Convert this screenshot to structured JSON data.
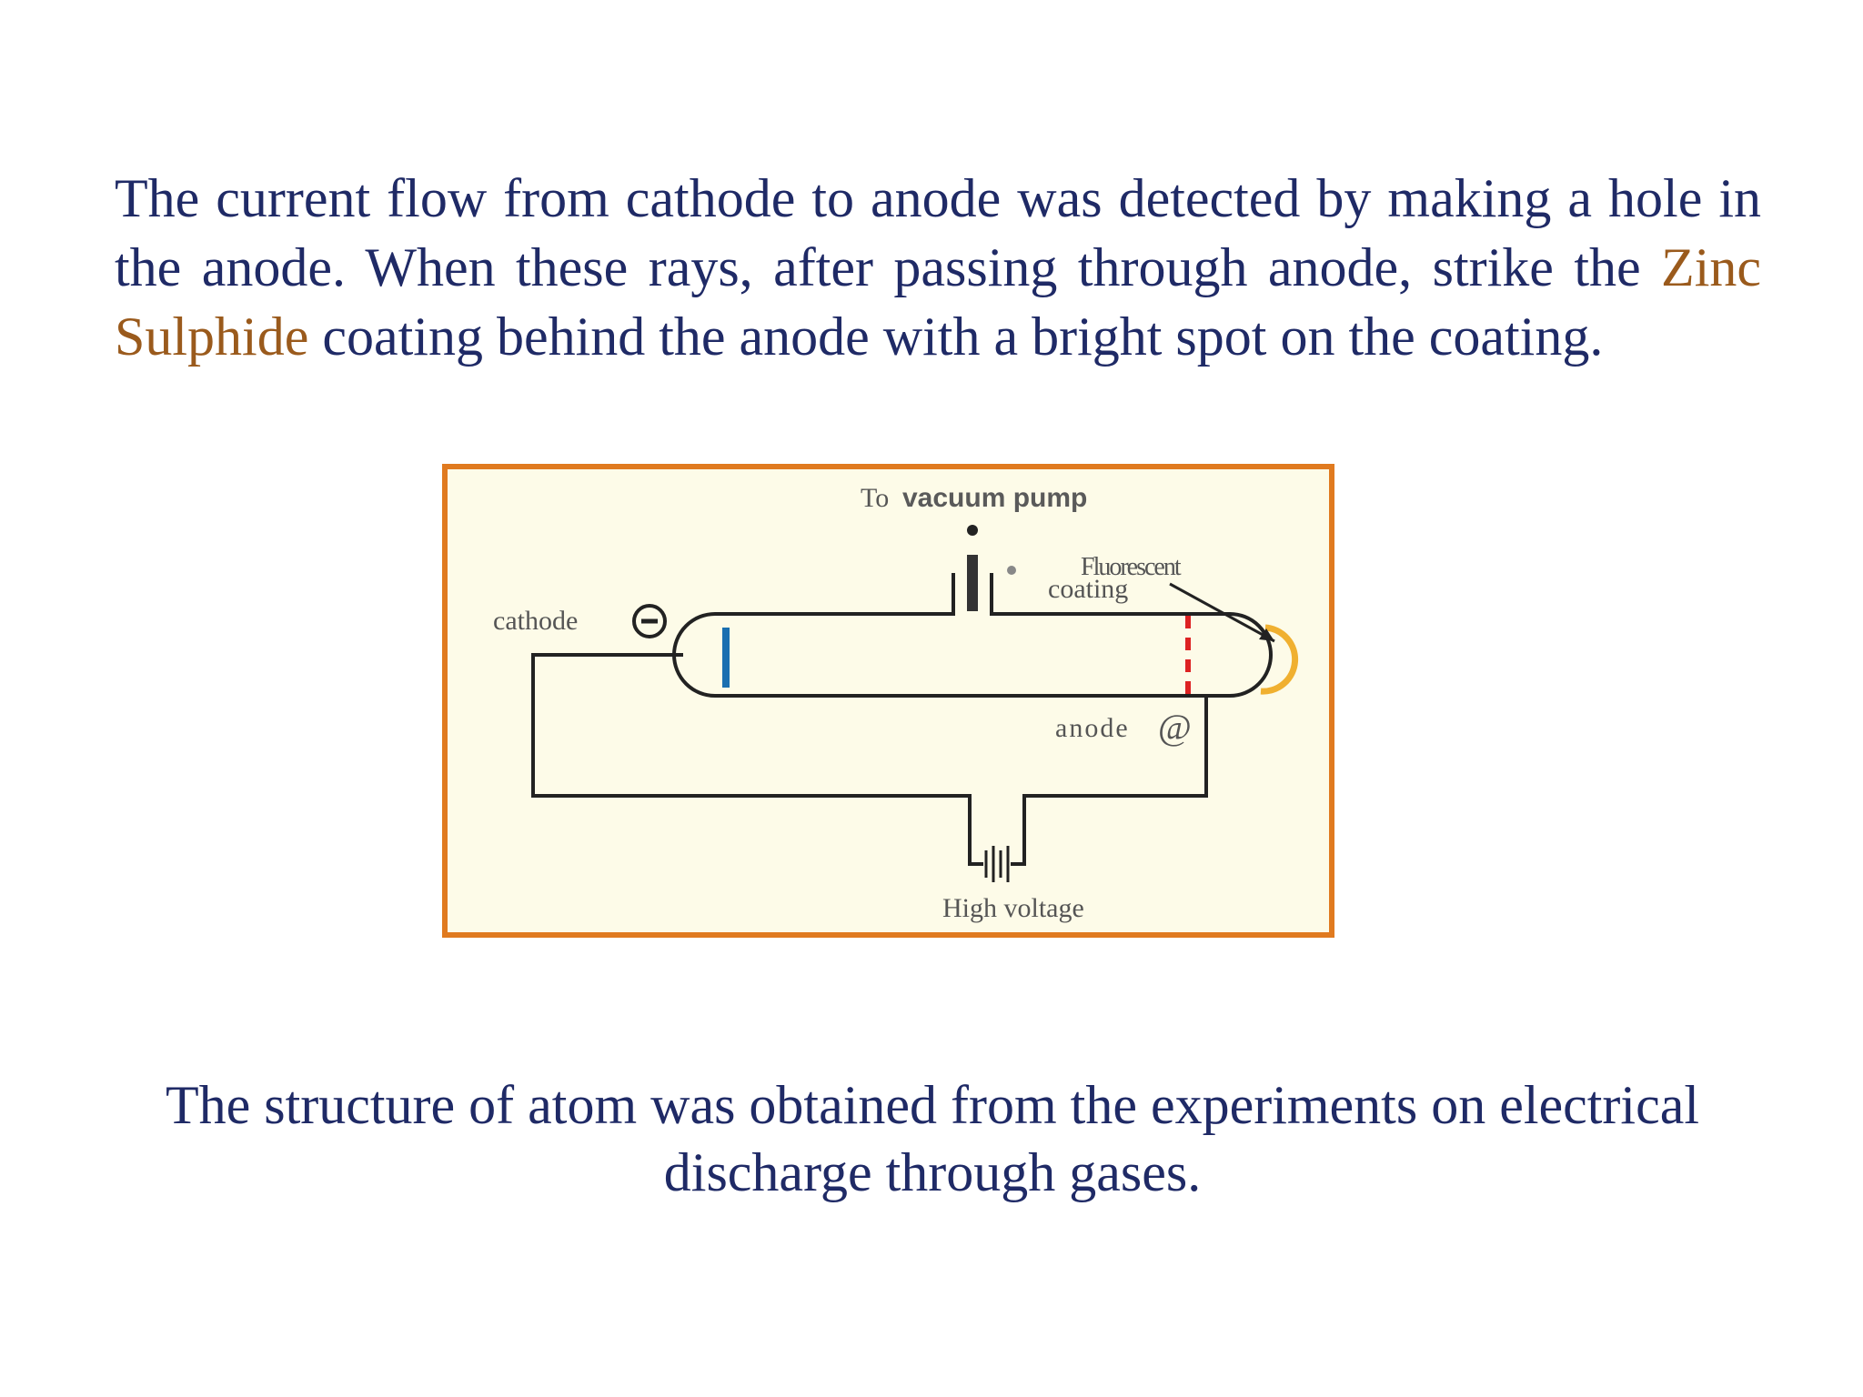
{
  "paragraph_top": {
    "text_before": "The current flow from cathode to anode was detected by making a hole in the anode. When these rays, after passing through anode, strike the ",
    "highlight": "Zinc Sulphide",
    "text_after": " coating behind the anode with a bright spot on the coating."
  },
  "paragraph_bottom": {
    "text": "The structure of atom was obtained from the experiments on electrical discharge through gases."
  },
  "diagram": {
    "label_to": "To",
    "label_vacuum_pump": "vacuum pump",
    "label_fluorescent": "Fluorescent",
    "label_coating": "coating",
    "label_cathode": "cathode",
    "cathode_symbol": "−",
    "label_anode": "anode",
    "anode_symbol": "@",
    "label_high_voltage": "High voltage"
  },
  "colors": {
    "text": "#1f2a66",
    "highlight": "#9a5a1c",
    "frame": "#e07a1f",
    "panel": "#fdfbe8",
    "cathode_plate": "#1a6fb0",
    "anode_dashed": "#dd2222",
    "fluorescent": "#f0b030"
  }
}
